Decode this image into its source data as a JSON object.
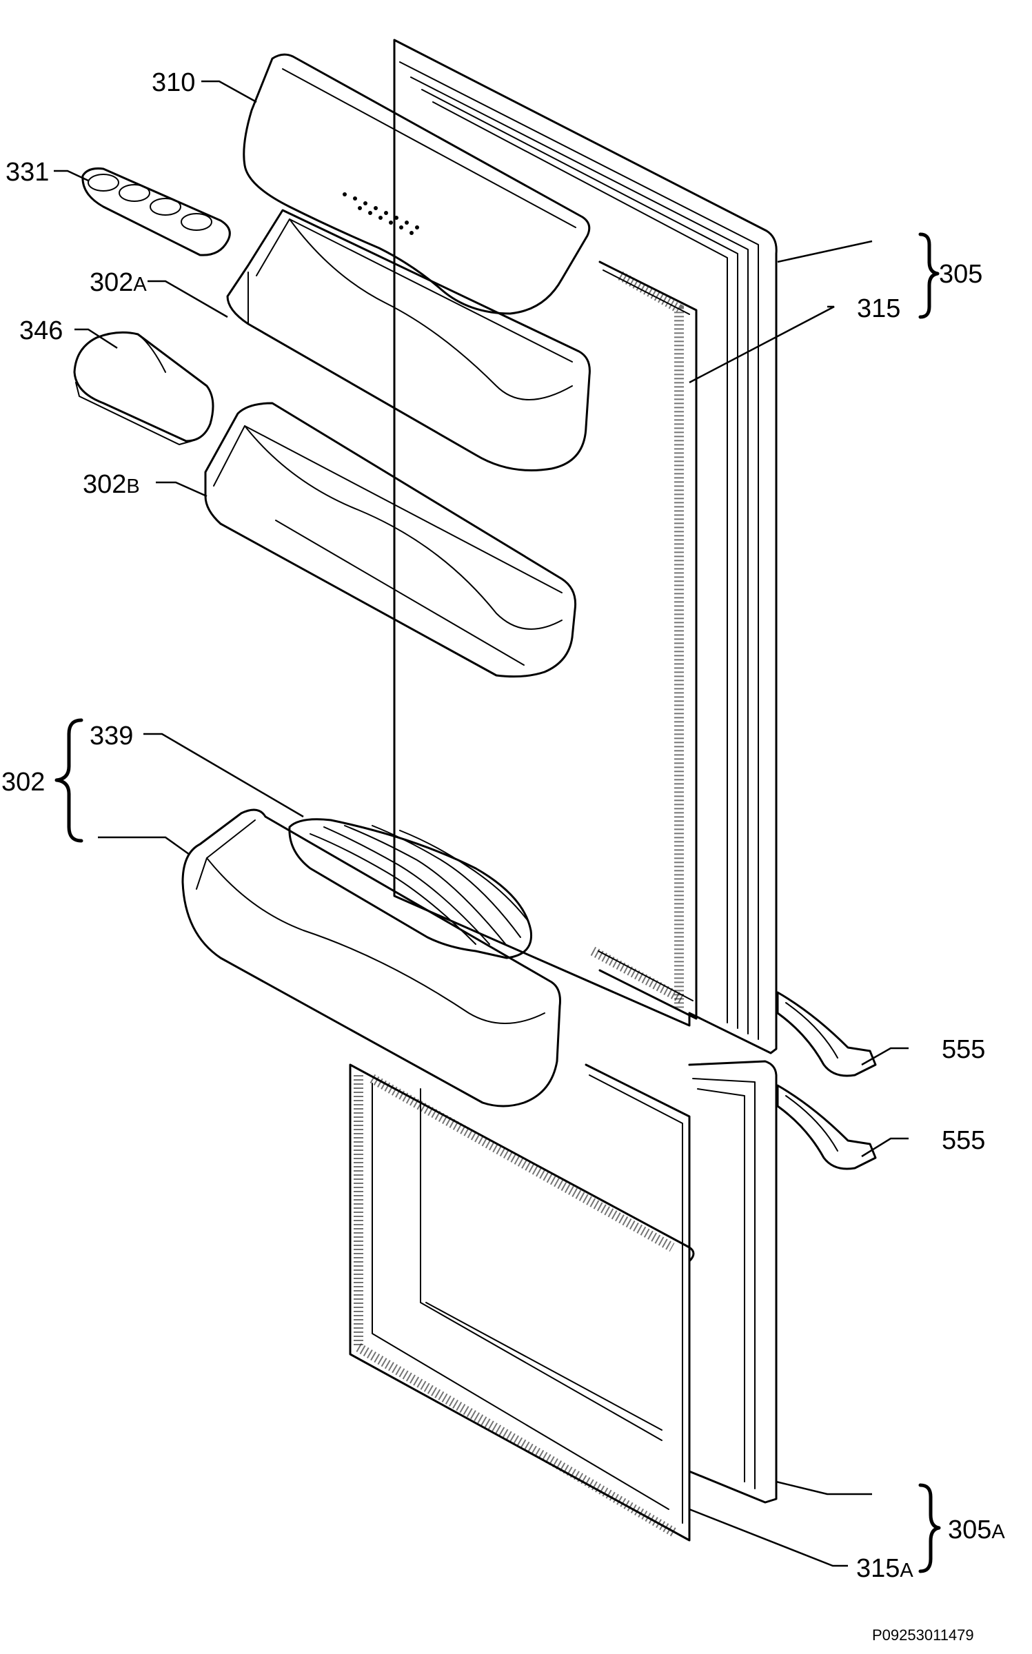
{
  "labels": {
    "l310": "310",
    "l331": "331",
    "l302a_num": "302",
    "l302a_suf": "A",
    "l346": "346",
    "l302b_num": "302",
    "l302b_suf": "B",
    "l339": "339",
    "l302": "302",
    "l305": "305",
    "l315": "315",
    "l555_top": "555",
    "l555_bottom": "555",
    "l305a_num": "305",
    "l305a_suf": "A",
    "l315a_num": "315",
    "l315a_suf": "A"
  },
  "reference_code": "P09253011479"
}
